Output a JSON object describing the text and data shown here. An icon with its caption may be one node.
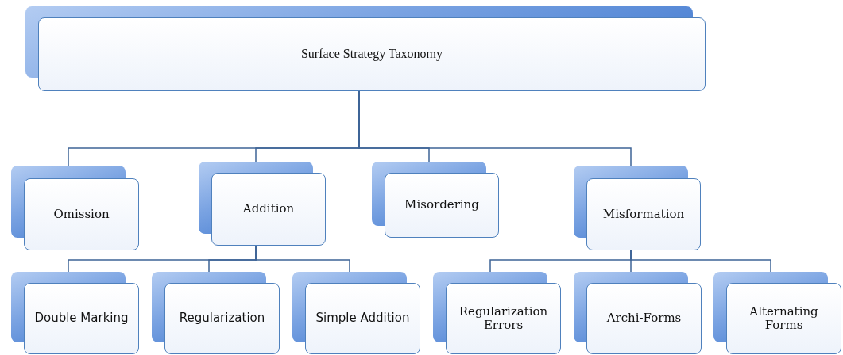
{
  "diagram": {
    "nodes": [
      {
        "text": [
          "Surface Strategy Taxonomy"
        ]
      },
      {
        "text": [
          "Omission"
        ]
      },
      {
        "text": [
          "Addition"
        ]
      },
      {
        "text": [
          "Misordering"
        ]
      },
      {
        "text": [
          "Misformation"
        ]
      },
      {
        "text": [
          "Double Marking"
        ]
      },
      {
        "text": [
          "Regularization"
        ]
      },
      {
        "text": [
          "Simple Addition"
        ]
      },
      {
        "text": [
          "Regularization Errors"
        ]
      },
      {
        "text": [
          "Archi-Forms"
        ]
      },
      {
        "text": [
          "Alternating Forms"
        ]
      }
    ],
    "edges": [
      {
        "from": 0,
        "to": 1,
        "arrow": "none"
      },
      {
        "from": 0,
        "to": 2,
        "arrow": "none"
      },
      {
        "from": 0,
        "to": 3,
        "arrow": "none"
      },
      {
        "from": 0,
        "to": 4,
        "arrow": "none"
      },
      {
        "from": 2,
        "to": 5,
        "arrow": "none"
      },
      {
        "from": 2,
        "to": 6,
        "arrow": "none"
      },
      {
        "from": 2,
        "to": 7,
        "arrow": "none"
      },
      {
        "from": 4,
        "to": 8,
        "arrow": "none"
      },
      {
        "from": 4,
        "to": 9,
        "arrow": "none"
      },
      {
        "from": 4,
        "to": 10,
        "arrow": "none"
      }
    ]
  }
}
